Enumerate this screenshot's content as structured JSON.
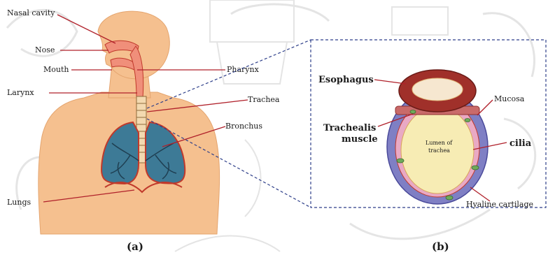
{
  "panel_a": {
    "caption": "(a)",
    "labels": {
      "nasal_cavity": "Nasal cavity",
      "nose": "Nose",
      "mouth": "Mouth",
      "larynx": "Larynx",
      "pharynx": "Pharynx",
      "trachea": "Trachea",
      "bronchus": "Bronchus",
      "lungs": "Lungs"
    }
  },
  "panel_b": {
    "caption": "(b)",
    "labels": {
      "esophagus": "Esophagus",
      "trachealis_line1": "Trachealis",
      "trachealis_line2": "muscle",
      "mucosa": "Mucosa",
      "lumen_line1": "Lumen of",
      "lumen_line2": "trachea",
      "cilia": "cilia",
      "hyaline_cartilage": "Hyaline cartilage"
    }
  },
  "colors": {
    "skin": "#f5c08f",
    "airway": "#f08f7a",
    "lung": "#3d7a96",
    "lung_outline": "#c0392b",
    "leader_line": "#b0202a",
    "zoom_box": "#2e3f8a",
    "lumen": "#f7ecb4",
    "cartilage": "#7f7fc4",
    "esophagus": "#a0302a",
    "watermark": "#c8c8c8"
  }
}
